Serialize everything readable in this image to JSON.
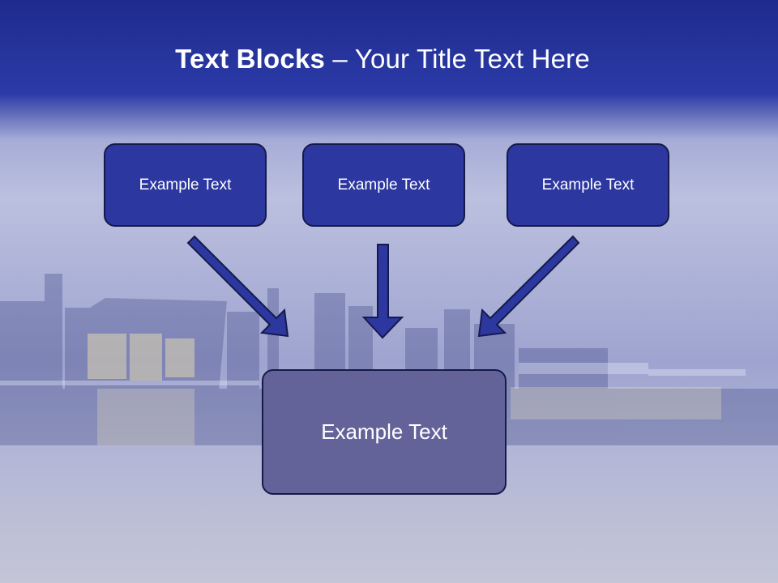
{
  "slide": {
    "title_bold": "Text Blocks",
    "title_dash": " – ",
    "title_rest": "Your Title Text Here"
  },
  "blocks": {
    "left": "Example Text",
    "middle": "Example Text",
    "right": "Example Text",
    "bottom": "Example Text"
  },
  "colors": {
    "header_blue": "#2b3aa8",
    "box_fill": "#2c37a0",
    "box_border": "#151a4a",
    "bottom_box_fill": "#636399",
    "arrow_fill": "#2c37a0"
  },
  "icons": {
    "arrow_left": "arrow-down-right-icon",
    "arrow_middle": "arrow-down-icon",
    "arrow_right": "arrow-down-left-icon"
  }
}
